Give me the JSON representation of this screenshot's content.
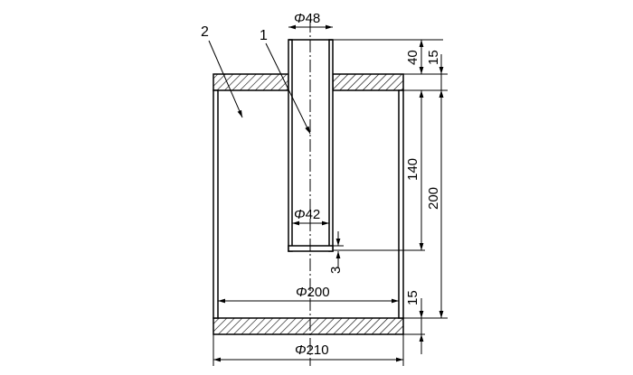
{
  "callouts": {
    "part_1": "1",
    "part_2": "2"
  },
  "dimensions": {
    "pipe_outer_diameter": "48",
    "pipe_inner_diameter": "42",
    "vessel_inner_diameter": "200",
    "vessel_outer_diameter": "210",
    "pipe_above_lid": "40",
    "lid_thickness": "15",
    "pipe_insert_depth": "140",
    "vessel_inner_height": "200",
    "pipe_wall_bottom": "3",
    "base_thickness": "15"
  },
  "diameter_symbol": "Φ"
}
